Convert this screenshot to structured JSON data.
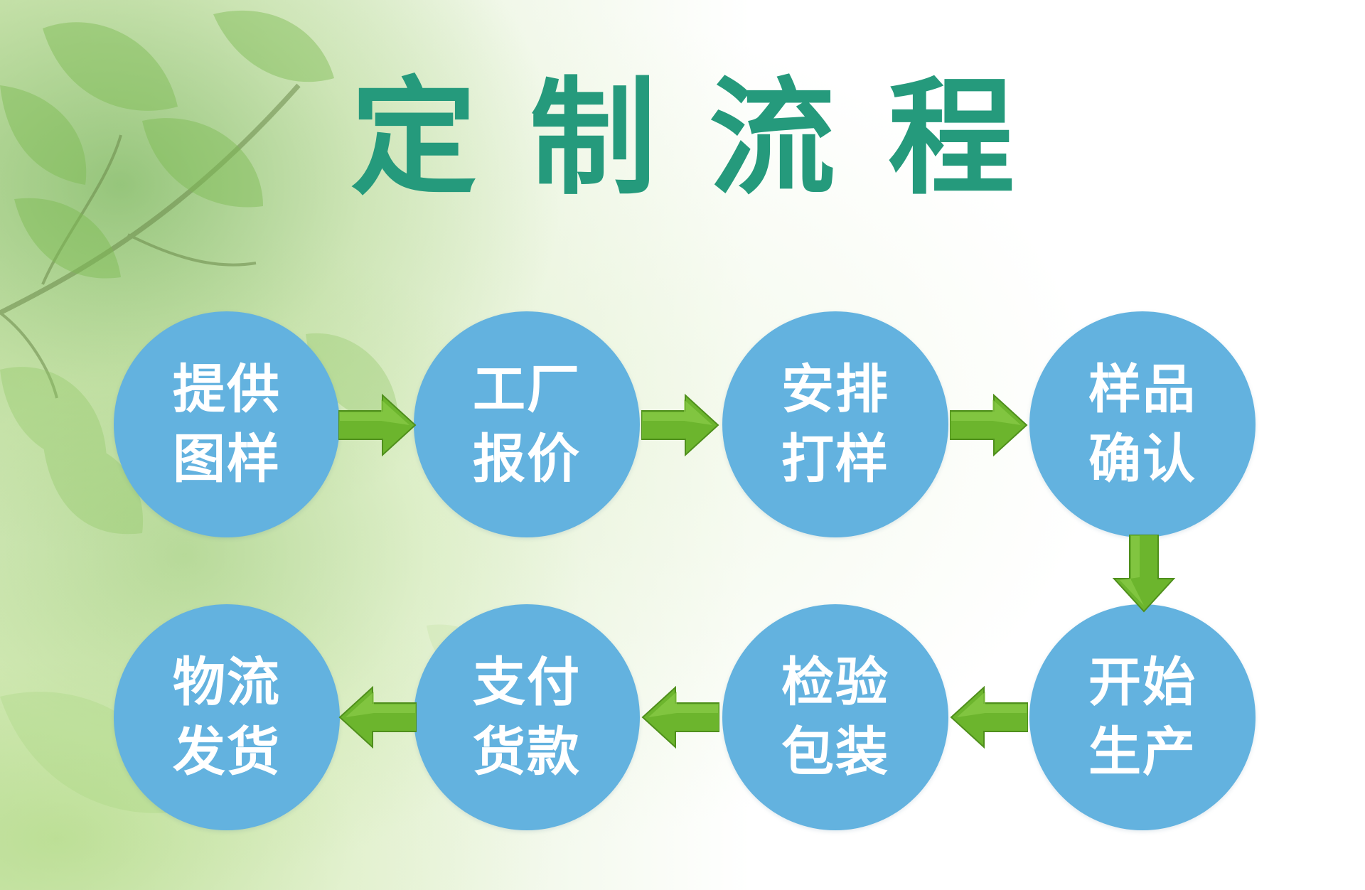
{
  "title": "定制流程",
  "colors": {
    "title": "#259a7c",
    "circle": "#63b2df",
    "arrow": "#6cb52d",
    "step_text": "#ffffff"
  },
  "flow_direction": "left-to-right top row, down on right, right-to-left bottom row",
  "steps": [
    {
      "line1": "提供",
      "line2": "图样"
    },
    {
      "line1": "工厂",
      "line2": "报价"
    },
    {
      "line1": "安排",
      "line2": "打样"
    },
    {
      "line1": "样品",
      "line2": "确认"
    },
    {
      "line1": "开始",
      "line2": "生产"
    },
    {
      "line1": "检验",
      "line2": "包装"
    },
    {
      "line1": "支付",
      "line2": "货款"
    },
    {
      "line1": "物流",
      "line2": "发货"
    }
  ],
  "arrows": [
    {
      "from": 1,
      "to": 2,
      "direction": "right"
    },
    {
      "from": 2,
      "to": 3,
      "direction": "right"
    },
    {
      "from": 3,
      "to": 4,
      "direction": "right"
    },
    {
      "from": 4,
      "to": 5,
      "direction": "down"
    },
    {
      "from": 5,
      "to": 6,
      "direction": "left"
    },
    {
      "from": 6,
      "to": 7,
      "direction": "left"
    },
    {
      "from": 7,
      "to": 8,
      "direction": "left"
    }
  ]
}
